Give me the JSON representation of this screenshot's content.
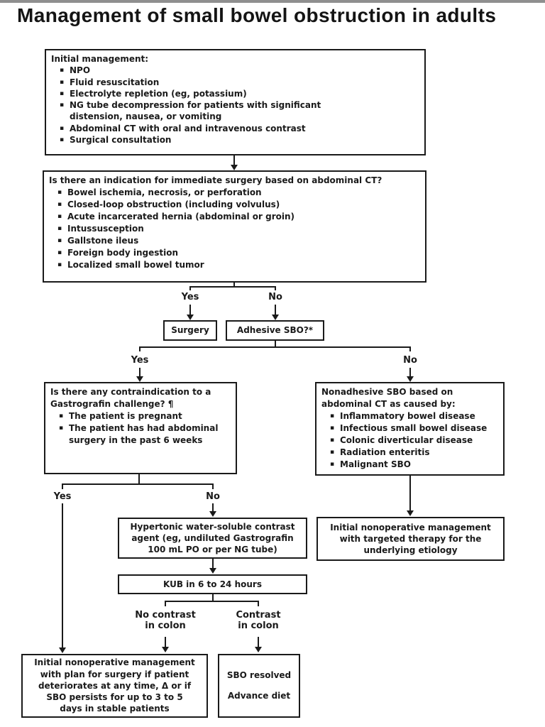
{
  "title": "Management of small bowel obstruction in adults",
  "icons": {
    "bullet": "▪"
  },
  "colors": {
    "ink": "#1a1a1a",
    "border": "#1a1a1a",
    "background": "#ffffff",
    "topbar": "#8f8f8f"
  },
  "boxes": {
    "initial": {
      "header": "Initial management:",
      "items": [
        "NPO",
        "Fluid resuscitation",
        "Electrolyte repletion (eg, potassium)",
        [
          "NG tube decompression for patients with significant",
          "distension, nausea, or vomiting"
        ],
        "Abdominal CT with oral and intravenous contrast",
        "Surgical consultation"
      ]
    },
    "immediate": {
      "header": "Is there an indication for immediate surgery based on abdominal CT?",
      "items": [
        "Bowel ischemia, necrosis, or perforation",
        "Closed-loop obstruction (including volvulus)",
        "Acute incarcerated hernia (abdominal or groin)",
        "Intussusception",
        "Gallstone ileus",
        "Foreign body ingestion",
        "Localized small bowel tumor"
      ]
    },
    "surgery": {
      "label": "Surgery"
    },
    "adhesive": {
      "label": "Adhesive SBO?*"
    },
    "gastro": {
      "header": [
        "Is there any contraindication to a",
        "Gastrografin challenge? ¶"
      ],
      "items": [
        "The patient is pregnant",
        [
          "The patient has had abdominal",
          "surgery in the past 6 weeks"
        ]
      ]
    },
    "nonadhesive": {
      "header": [
        "Nonadhesive SBO based on",
        "abdominal CT as caused by:"
      ],
      "items": [
        "Inflammatory bowel disease",
        "Infectious small bowel disease",
        "Colonic diverticular disease",
        "Radiation enteritis",
        "Malignant SBO"
      ]
    },
    "hypertonic": {
      "lines": [
        "Hypertonic water-soluble contrast",
        "agent (eg, undiluted Gastrografin",
        "100 mL PO or per NG tube)"
      ]
    },
    "targeted": {
      "lines": [
        "Initial nonoperative management",
        "with targeted therapy for the",
        "underlying etiology"
      ]
    },
    "kub": {
      "label": "KUB in 6 to 24 hours"
    },
    "bottomleft": {
      "lines": [
        "Initial nonoperative management",
        "with plan for surgery if patient",
        "deteriorates at any time, Δ or if",
        "SBO persists for up to 3 to 5",
        "days in stable patients"
      ]
    },
    "resolved": {
      "lines": [
        "SBO resolved",
        "Advance diet"
      ]
    }
  },
  "branches": {
    "s1_yes": "Yes",
    "s1_no": "No",
    "s2_yes": "Yes",
    "s2_no": "No",
    "s3_yes": "Yes",
    "s3_no": "No",
    "s4_left": [
      "No contrast",
      "in colon"
    ],
    "s4_right": [
      "Contrast",
      "in colon"
    ]
  }
}
